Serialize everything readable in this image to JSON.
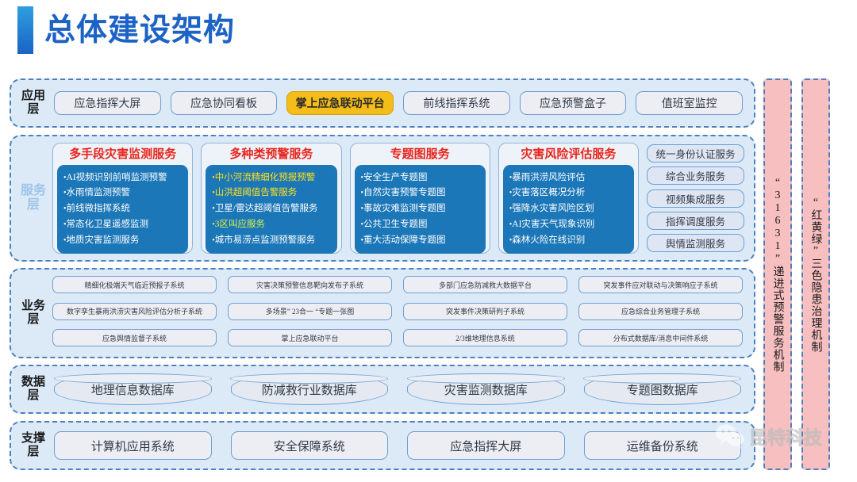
{
  "page": {
    "title": "总体建设架构",
    "accent_blue": "#1d63c6",
    "card_title_red": "#e8251b",
    "card_body_blue": "#1c77b8",
    "highlight_yellow": "#f5bd19",
    "panel_pink": "#f8bfc0",
    "band_blue": "#dceaf7"
  },
  "layers": {
    "application": {
      "label": "应用层",
      "items": [
        {
          "text": "应急指挥大屏",
          "highlight": false
        },
        {
          "text": "应急协同看板",
          "highlight": false
        },
        {
          "text": "掌上应急联动平台",
          "highlight": true
        },
        {
          "text": "前线指挥系统",
          "highlight": false
        },
        {
          "text": "应急预警盒子",
          "highlight": false
        },
        {
          "text": "值班室监控",
          "highlight": false
        }
      ]
    },
    "service": {
      "label": "服务层",
      "cards": [
        {
          "title": "多手段灾害监测服务",
          "items": [
            {
              "text": "AI视频识别前哨监测预警",
              "color": "white"
            },
            {
              "text": "水雨情监测预警",
              "color": "white"
            },
            {
              "text": "前线微指挥系统",
              "color": "white"
            },
            {
              "text": "常态化卫星遥感监测",
              "color": "white"
            },
            {
              "text": "地质灾害监测服务",
              "color": "white"
            }
          ]
        },
        {
          "title": "多种类预警服务",
          "items": [
            {
              "text": "中小河流精细化预报预警",
              "color": "yellow"
            },
            {
              "text": "山洪超阈值告警服务",
              "color": "yellow"
            },
            {
              "text": "卫星/雷达超阈值告警服务",
              "color": "white"
            },
            {
              "text": "3区叫应服务",
              "color": "green"
            },
            {
              "text": "城市易涝点监测预警服务",
              "color": "white"
            }
          ]
        },
        {
          "title": "专题图服务",
          "items": [
            {
              "text": "安全生产专题图",
              "color": "white"
            },
            {
              "text": "自然灾害预警专题图",
              "color": "white"
            },
            {
              "text": "事故灾难监测专题图",
              "color": "white"
            },
            {
              "text": "公共卫生专题图",
              "color": "white"
            },
            {
              "text": "重大活动保障专题图",
              "color": "white"
            }
          ]
        },
        {
          "title": "灾害风险评估服务",
          "items": [
            {
              "text": "暴雨洪涝风险评估",
              "color": "white"
            },
            {
              "text": "灾害落区概况分析",
              "color": "white"
            },
            {
              "text": "强降水灾害风险区划",
              "color": "white"
            },
            {
              "text": "AI灾害天气现象识别",
              "color": "white"
            },
            {
              "text": "森林火险在线识别",
              "color": "white"
            }
          ]
        }
      ],
      "stack": [
        "统一身份认证服务",
        "综合业务服务",
        "视频集成服务",
        "指挥调度服务",
        "舆情监测服务"
      ]
    },
    "business": {
      "label": "业务层",
      "items": [
        "精细化极端天气临近预报子系统",
        "灾害决策预警信息靶向发布子系统",
        "多部门应急防减救大数据平台",
        "突发事件应对联动与决策响应子系统",
        "数字孪生暴雨洪涝灾害风险评估分析子系统",
        "多场景” 23合一 “专题一张图",
        "突发事件决策研判子系统",
        "应急综合业务管理子系统",
        "应急舆情监督子系统",
        "掌上应急联动平台",
        "2/3维地理信息系统",
        "分布式数据库/消息中间件系统"
      ]
    },
    "data": {
      "label": "数据层",
      "items": [
        "地理信息数据库",
        "防减救行业数据库",
        "灾害监测数据库",
        "专题图数据库"
      ]
    },
    "support": {
      "label": "支撑层",
      "items": [
        "计算机应用系统",
        "安全保障系统",
        "应急指挥大屏",
        "运维备份系统"
      ]
    }
  },
  "side_panels": [
    {
      "text": "“31631”递进式预警服务机制"
    },
    {
      "text": "“红黄绿”三色隐患治理机制"
    }
  ],
  "watermark": {
    "brand": "昆特科技",
    "icon": "wechat-icon"
  }
}
